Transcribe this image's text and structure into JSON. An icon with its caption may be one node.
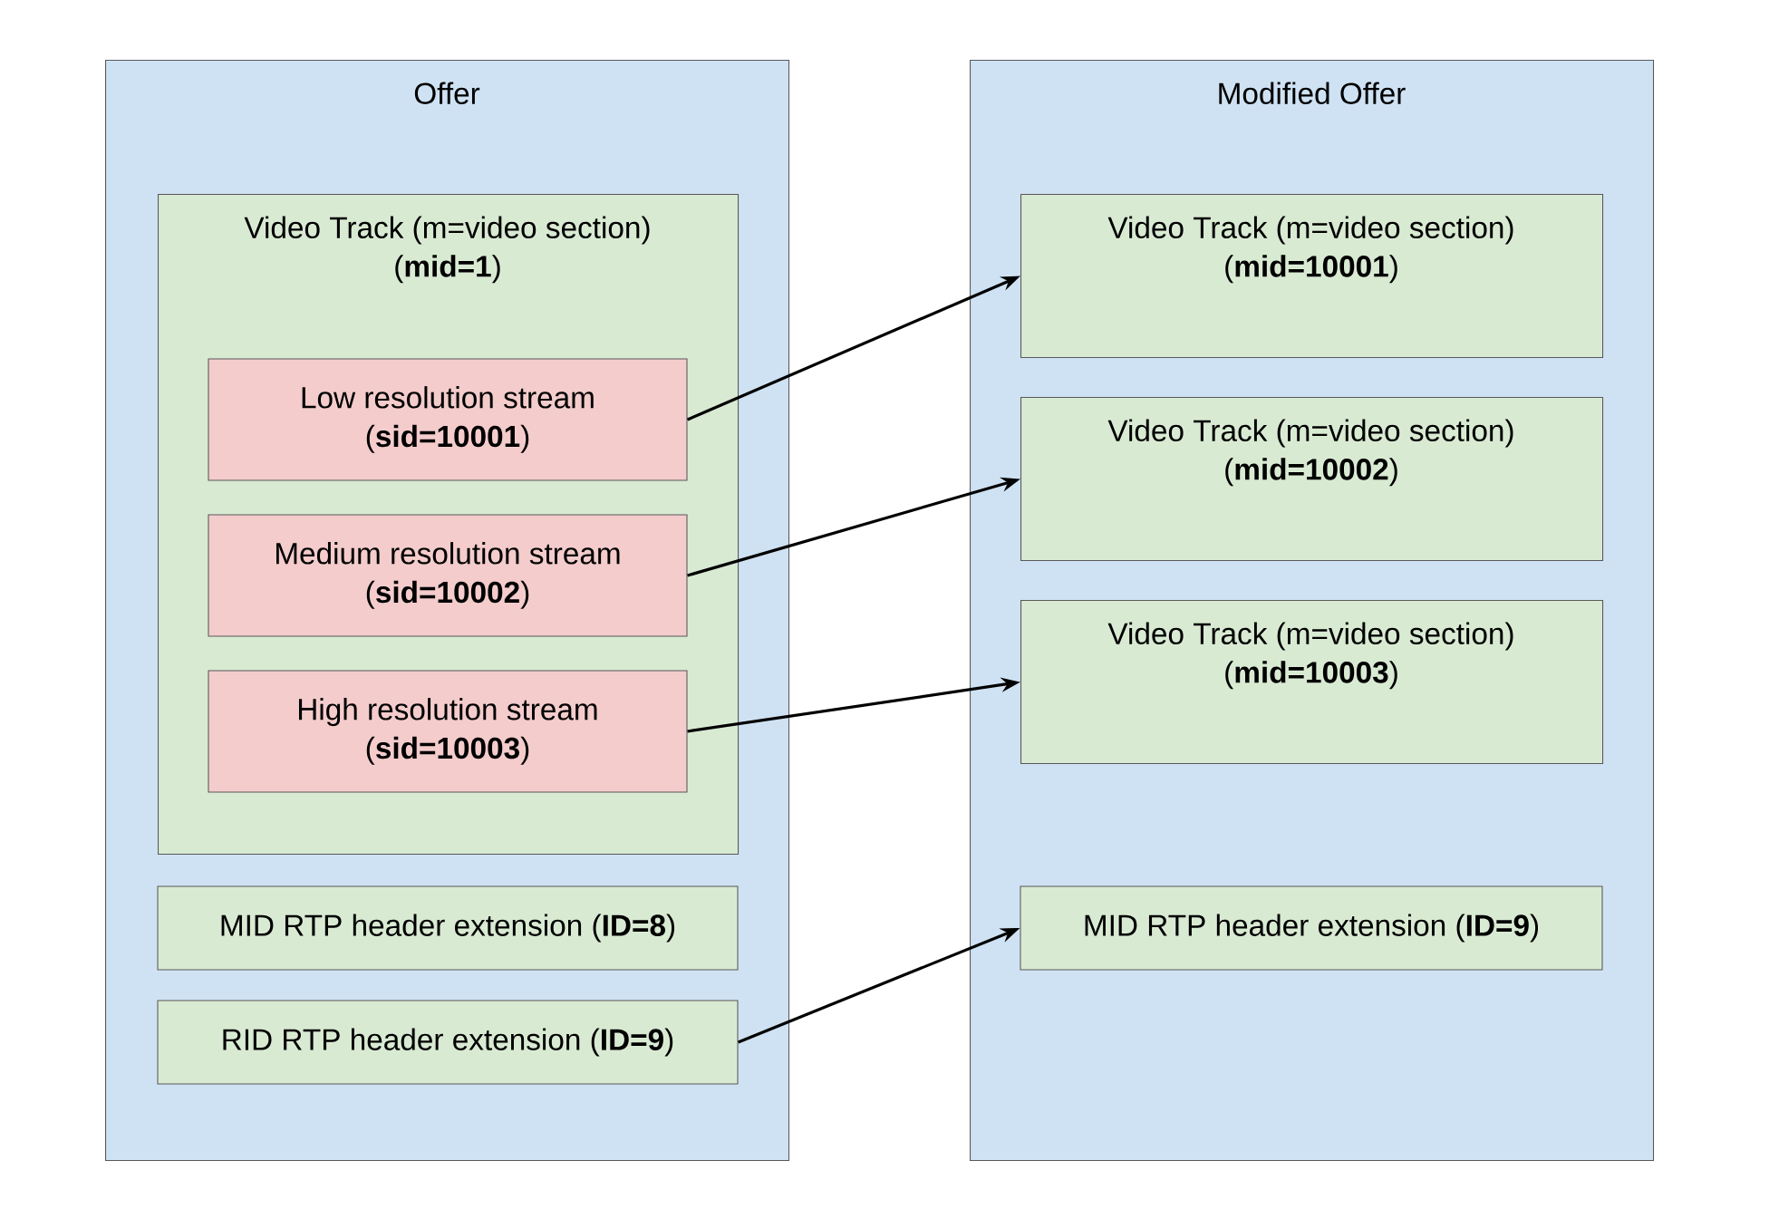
{
  "diagram": {
    "nodes": [
      {
        "text": [
          "Offer"
        ]
      },
      {
        "text": [
          "Video Track (m=video section)",
          "(**mid=1**)"
        ],
        "in": 0
      },
      {
        "text": [
          "Low resolution stream",
          "(**sid=10001**)"
        ],
        "in": 1
      },
      {
        "text": [
          "Medium resolution stream",
          "(**sid=10002**)"
        ],
        "in": 1
      },
      {
        "text": [
          "High resolution stream",
          "(**sid=10003**)"
        ],
        "in": 1
      },
      {
        "text": [
          "MID RTP header extension (**ID=8**)"
        ],
        "in": 0
      },
      {
        "text": [
          "RID RTP header extension (**ID=9**)"
        ],
        "in": 0
      },
      {
        "text": [
          "Modified Offer"
        ]
      },
      {
        "text": [
          "Video Track (m=video section)",
          "(**mid=10001**)"
        ],
        "in": 7
      },
      {
        "text": [
          "Video Track (m=video section)",
          "(**mid=10002**)"
        ],
        "in": 7
      },
      {
        "text": [
          "Video Track (m=video section)",
          "(**mid=10003**)"
        ],
        "in": 7
      },
      {
        "text": [
          "MID RTP header extension (**ID=9**)"
        ],
        "in": 7
      }
    ],
    "edges": [
      {
        "from": 2,
        "to": 8,
        "arrow": "to"
      },
      {
        "from": 3,
        "to": 9,
        "arrow": "to"
      },
      {
        "from": 4,
        "to": 10,
        "arrow": "to"
      },
      {
        "from": 6,
        "to": 11,
        "arrow": "to"
      }
    ]
  }
}
